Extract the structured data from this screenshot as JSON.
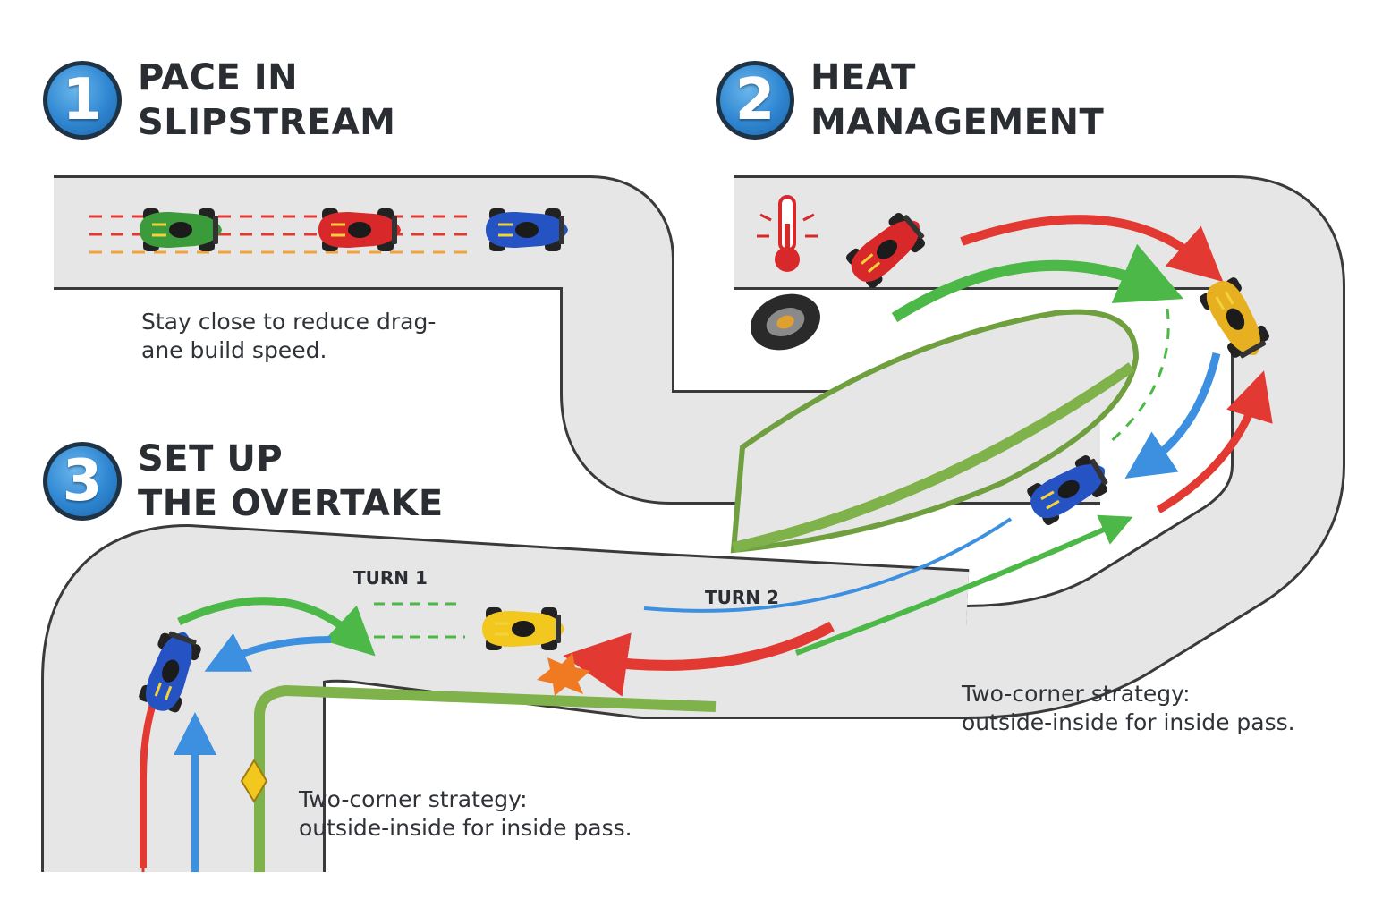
{
  "steps": [
    {
      "number": "1",
      "line1": "PACE IN",
      "line2": "SLIPSTREAM"
    },
    {
      "number": "2",
      "line1": "HEAT",
      "line2": "MANAGEMENT"
    },
    {
      "number": "3",
      "line1": "SET UP",
      "line2": "THE OVERTAKE"
    }
  ],
  "captions": {
    "slipstream_line1": "Stay close to reduce drag-",
    "slipstream_line2": "ane build speed.",
    "strategy_right_line1": "Two-corner strategy:",
    "strategy_right_line2": "outside-inside for inside pass.",
    "strategy_bottom_line1": "Two-corner strategy:",
    "strategy_bottom_line2": "outside-inside for inside pass."
  },
  "turns": {
    "turn1": "TURN 1",
    "turn2": "TURN 2"
  },
  "colors": {
    "track": "#e6e6e6",
    "track_edge": "#3a3a3a",
    "grass": "#7fb24a",
    "badge": "#2f86d1",
    "arrow_red": "#e23a32",
    "arrow_green": "#4cb847",
    "arrow_blue": "#3d8fe0"
  },
  "cars": [
    {
      "name": "green-car",
      "color": "#3b9a3a"
    },
    {
      "name": "red-car",
      "color": "#d8282a"
    },
    {
      "name": "blue-car",
      "color": "#2553c4"
    },
    {
      "name": "yellow-car",
      "color": "#f2c81e"
    }
  ],
  "icons": [
    "thermometer-icon",
    "tire-icon",
    "warning-sign-icon",
    "collision-burst-icon"
  ]
}
